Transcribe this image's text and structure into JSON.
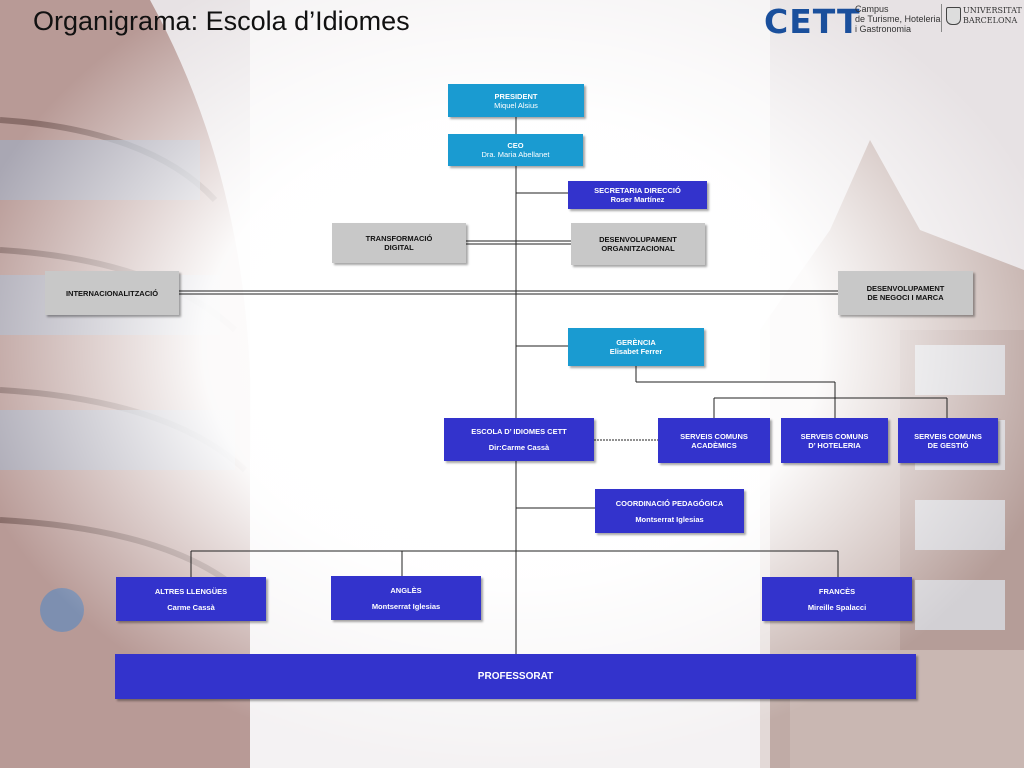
{
  "title": "Organigrama: Escola d’Idiomes",
  "logo": {
    "brand": "CETT",
    "campus_lines": [
      "Campus",
      "de Turisme, Hoteleria",
      "i Gastronomia"
    ],
    "university_lines": [
      "UNIVERSITAT DE",
      "BARCELONA"
    ]
  },
  "colors": {
    "cyan_box": "#1a9bd1",
    "gray_box": "#c8c8c8",
    "navy_box": "#3333cc"
  },
  "org": {
    "president": {
      "role": "PRESIDENT",
      "name": "Miquel Alsius"
    },
    "ceo": {
      "role": "CEO",
      "name": "Dra. Maria Abellanet"
    },
    "secretaria": {
      "role": "SECRETARIA DIRECCIÓ",
      "name": "Roser Martínez"
    },
    "transformacio": {
      "line1": "TRANSFORMACIÓ",
      "line2": "DIGITAL"
    },
    "desenv_org": {
      "line1": "DESENVOLUPAMENT",
      "line2": "ORGANITZACIONAL"
    },
    "internacional": {
      "line1": "INTERNACIONALITZACIÓ"
    },
    "desenv_negoci": {
      "line1": "DESENVOLUPAMENT",
      "line2": "DE NEGOCI I MARCA"
    },
    "gerencia": {
      "role": "GERÈNCIA",
      "name": "Elisabet Ferrer"
    },
    "escola": {
      "role": "ESCOLA D’ IDIOMES CETT",
      "name": "Dir:Carme Cassà"
    },
    "serveis_academics": {
      "line1": "SERVEIS COMUNS",
      "line2": "ACADÈMICS"
    },
    "serveis_hoteleria": {
      "line1": "SERVEIS COMUNS",
      "line2": "D’ HOTELERIA"
    },
    "serveis_gestio": {
      "line1": "SERVEIS COMUNS",
      "line2": "DE GESTIÓ"
    },
    "coordinacio": {
      "role": "COORDINACIÓ PEDAGÓGICA",
      "name": "Montserrat Iglesias"
    },
    "altres": {
      "role": "ALTRES LLENGÜES",
      "name": "Carme Cassà"
    },
    "angles": {
      "role": "ANGLÈS",
      "name": "Montserrat Iglesias"
    },
    "frances": {
      "role": "FRANCÈS",
      "name": "Mireille Spalacci"
    },
    "professorat": {
      "role": "PROFESSORAT"
    }
  }
}
